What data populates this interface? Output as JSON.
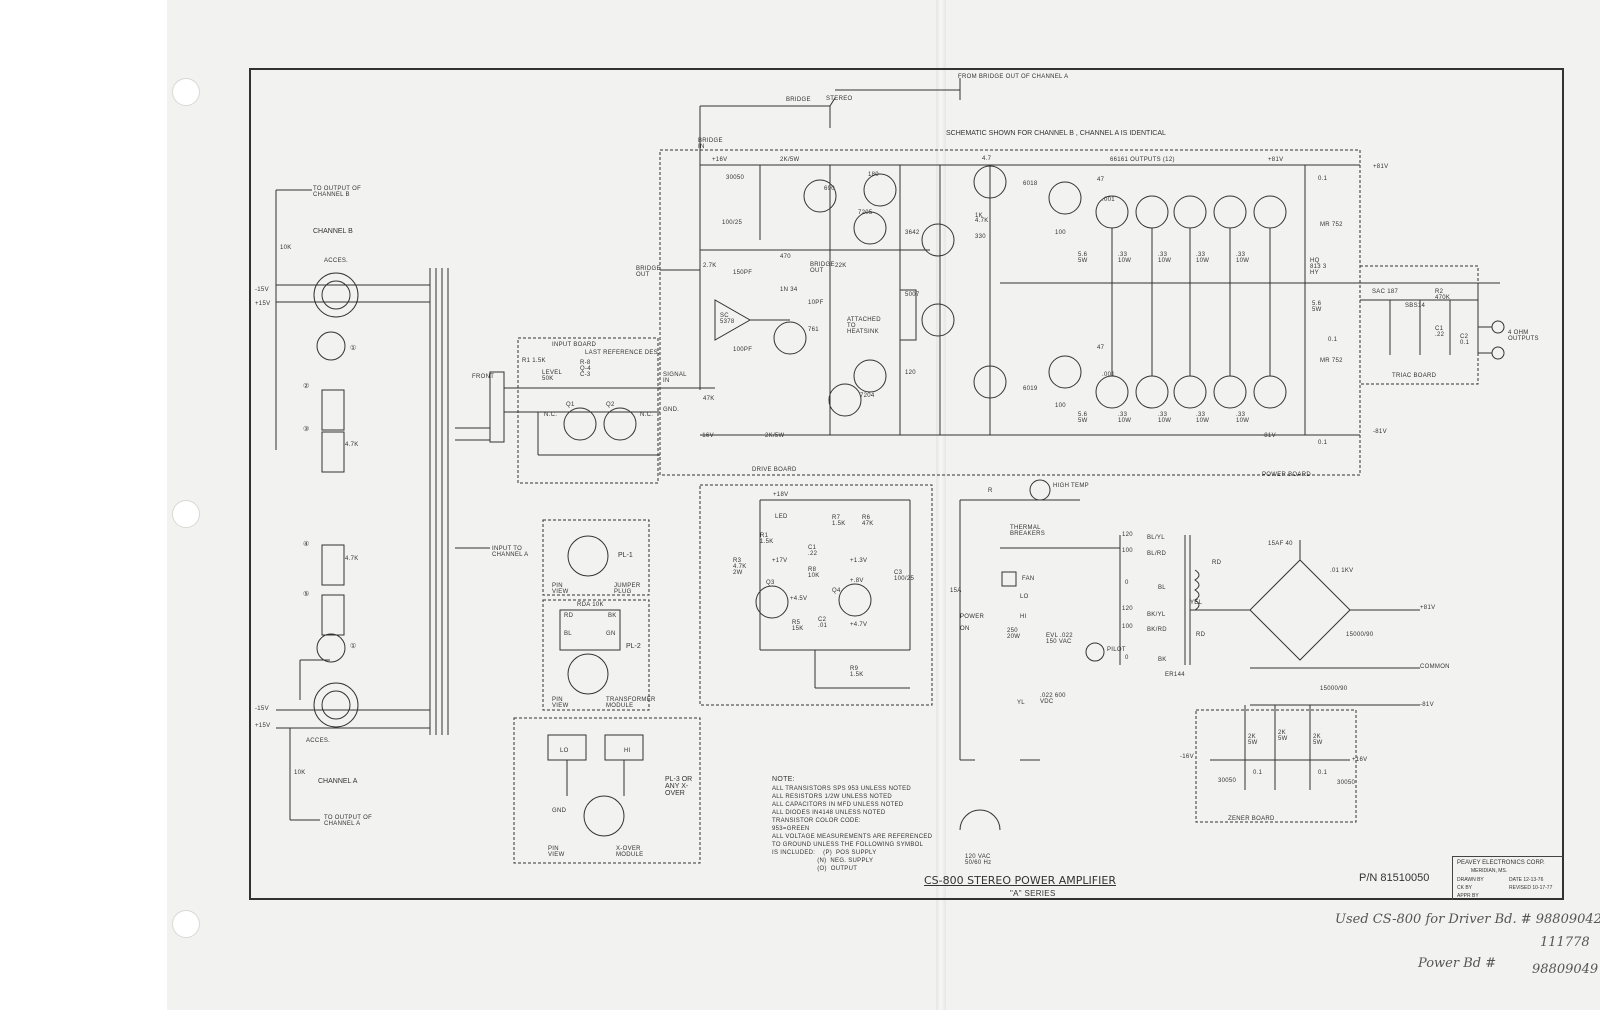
{
  "header": {
    "bridge_out_note": "FROM BRIDGE OUT OF CHANNEL A",
    "schematic_note": "SCHEMATIC SHOWN FOR CHANNEL B , CHANNEL A IS IDENTICAL",
    "outputs_note": "66161 OUTPUTS (12)"
  },
  "left_panel": {
    "to_output_b": "TO OUTPUT OF CHANNEL B",
    "channel_b": "CHANNEL B",
    "r10k_b": "10K",
    "acces_b": "ACCES.",
    "minus15v_b": "-15V",
    "plus15v_b": "+15V",
    "mark1": "①",
    "mark2": "②",
    "mark3": "③",
    "mark4": "④",
    "mark5": "⑤",
    "r47k_a": "4.7K",
    "r47k_b": "4.7K",
    "minus15v_a": "-15V",
    "plus15v_a": "+15V",
    "acces_a": "ACCES.",
    "r10k_a": "10K",
    "channel_a": "CHANNEL A",
    "to_output_a": "TO OUTPUT OF CHANNEL A"
  },
  "input": {
    "front": "FRONT",
    "input_board": "INPUT BOARD",
    "last_ref": "LAST REFERENCE DES.",
    "level": "LEVEL 50K",
    "r1": "R1 1.5K",
    "ref_list": "R-8 Q-4 C-3",
    "nc1": "N.C.",
    "nc2": "N.C.",
    "q1": "Q1",
    "q2": "Q2",
    "signal_in": "SIGNAL IN",
    "gnd": "GND.",
    "input_to_a": "INPUT TO CHANNEL A"
  },
  "bridge": {
    "bridge": "BRIDGE",
    "stereo": "STEREO",
    "bridge_in": "BRIDGE IN",
    "bridge_out": "BRIDGE OUT",
    "bridge_out2": "BRIDGE OUT"
  },
  "drive_board": {
    "label": "DRIVE BOARD",
    "v16": "+16V",
    "r2k5w": "2K/5W",
    "c30050": "30050",
    "c100_25": "100/25",
    "opamp": "SC 5378",
    "r27k": "2.7K",
    "r470": "470",
    "d1n34": "1N 34",
    "r47k": "47K",
    "attached": "ATTACHED TO HEATSINK",
    "minus16v": "-16V",
    "r2k5w_b": "2K/5W",
    "t180": "180",
    "t7205": "7205",
    "t3642": "3642",
    "t7204": "7204",
    "t761": "761",
    "t690": "690",
    "c10pf": "10PF",
    "c150pf": "150PF",
    "c100pf": "100PF",
    "r22k": "22K",
    "r120": "120",
    "d5007": "5007"
  },
  "power_board": {
    "label": "POWER BOARD",
    "t6018": "6018",
    "t6019": "6019",
    "r33_10w": ".33 10W",
    "r56_5w": "5.6 5W",
    "r47": "47",
    "r100": "100",
    "c001": ".001",
    "c01": "0.1",
    "plus81v": "+81V",
    "minus81v": "-81V",
    "v81_plus": "+81V",
    "v81_minus": "-81V",
    "d752a": "MR 752",
    "d752b": "MR 752",
    "r1k": "1K",
    "r330": "330",
    "r47k2": "4.7K",
    "r4_7": "4.7"
  },
  "triac": {
    "label": "TRIAC BOARD",
    "inductor": "HQ 813 3 HY",
    "sac": "SAC 187",
    "sbs": "SBS14",
    "r2": "R2 470K",
    "c1": "C1 .22",
    "c2": "C2 0.1",
    "r56": "5.6 5W",
    "c01": "0.1",
    "out": "4 OHM OUTPUTS"
  },
  "plugs": {
    "pl1": "PL-1",
    "pin_view1": "PIN VIEW",
    "jumper": "JUMPER PLUG",
    "pl2": "PL-2",
    "pin_view2": "PIN VIEW",
    "transformer": "TRANSFORMER MODULE",
    "pl3": "PL-3 OR ANY X-OVER",
    "pin_view3": "PIN VIEW",
    "xover": "X-OVER MODULE",
    "lo": "LO",
    "hi": "HI",
    "gnd": "GND",
    "rd": "RD",
    "bk": "BK",
    "bl": "BL",
    "gn": "GN",
    "rda": "RDA 10K"
  },
  "thermal": {
    "led": "LED",
    "v18": "+18V",
    "r1": "R1 1.5K",
    "r7": "R7 1.5K",
    "r6": "R6 47K",
    "r3": "R3 4.7K 2W",
    "c1": "C1 .22",
    "c3": "C3 100/25",
    "q3": "Q3",
    "q4": "Q4",
    "r5": "R5 15K",
    "c2": "C2 .01",
    "r8": "R8 10K",
    "r9": "R9 1.5K",
    "v17": "+17V",
    "v13": "+1.3V",
    "v8": "+.8V",
    "v45": "+4.5V",
    "v47": "+4.7V"
  },
  "power_supply": {
    "high_temp": "HIGH TEMP",
    "r": "R",
    "thermal_breakers": "THERMAL BREAKERS",
    "fan": "FAN",
    "lo": "LO",
    "hi": "HI",
    "v15a": "15A",
    "power": "POWER",
    "on": "ON",
    "r250": "250 20W",
    "evl": "EVL .022 150 VAC",
    "pilot": "PILOT",
    "yl": "YL",
    "c022": ".022 600 VDC",
    "mains": "120 VAC 50/60 Hz",
    "t120a": "120",
    "t100a": "100",
    "t0": "0",
    "t120b": "120",
    "t100b": "100",
    "t0b": "0",
    "blyl": "BL/YL",
    "blrd": "BL/RD",
    "bl": "BL",
    "bkyl": "BK/YL",
    "bkrd": "BK/RD",
    "bk": "BK",
    "er": "ER144",
    "rd": "RD",
    "yel": "YEL",
    "rd2": "RD"
  },
  "rectifier": {
    "bridge": "15AF 40",
    "c01": ".01 1KV",
    "cap1": "15000/90",
    "cap2": "15000/90",
    "plus": "+81V",
    "common": "COMMON",
    "minus": "-81V"
  },
  "zener": {
    "label": "ZENER BOARD",
    "minus16": "-16V",
    "plus16": "+16V",
    "r2k": "2K 5W",
    "r2k2": "2K 5W",
    "r2k3": "2K 5W",
    "c01": "0.1",
    "c01b": "0.1",
    "z1": "30050",
    "z2": "30050"
  },
  "notes": {
    "title": "NOTE:",
    "lines": [
      "ALL TRANSISTORS SPS 953 UNLESS NOTED",
      "ALL RESISTORS 1/2W UNLESS NOTED",
      "ALL CAPACITORS IN MFD UNLESS NOTED",
      "ALL DIODES IN4148   UNLESS NOTED",
      "TRANSISTOR COLOR CODE:",
      "953=GREEN",
      "ALL VOLTAGE MEASUREMENTS ARE REFERENCED",
      "TO GROUND UNLESS THE FOLLOWING SYMBOL",
      "IS INCLUDED:    (P)  POS SUPPLY",
      "                       (N)  NEG. SUPPLY",
      "                       (O)  OUTPUT"
    ]
  },
  "title": {
    "main": "CS-800 STEREO POWER AMPLIFIER",
    "series": "\"A\" SERIES",
    "part_number": "P/N 81510050"
  },
  "title_block": {
    "company": "PEAVEY ELECTRONICS CORP.",
    "city": "MERIDIAN, MS.",
    "drawn": "DRAWN BY",
    "date": "DATE 12-13-76",
    "ck": "CK BY",
    "revised": "REVISED 10-17-77",
    "appr": "APPR BY"
  },
  "handwriting": {
    "line1": "Used CS-800 for Driver Bd. # 98809042",
    "line2": "111778",
    "line3": "Power Bd #",
    "line4": "98809049"
  }
}
